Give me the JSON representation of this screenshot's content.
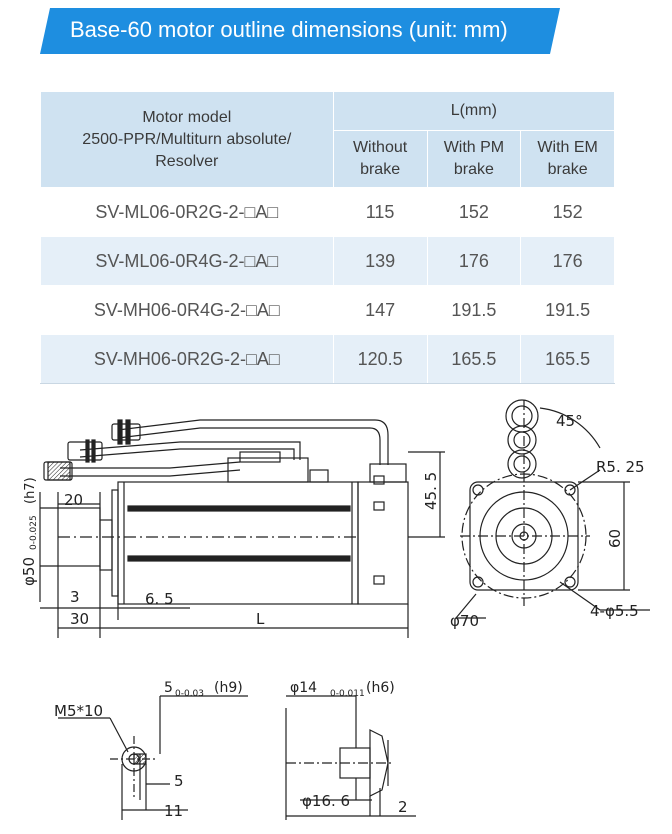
{
  "banner": {
    "title": "Base-60 motor outline dimensions (unit: mm)",
    "color": "#1e8ee0"
  },
  "table": {
    "header_model_line1": "Motor model",
    "header_model_line2": "2500-PPR/Multiturn absolute/",
    "header_model_line3": "Resolver",
    "header_l": "L(mm)",
    "col_without_1": "Without",
    "col_without_2": "brake",
    "col_pm_1": "With PM",
    "col_pm_2": "brake",
    "col_em_1": "With EM",
    "col_em_2": "brake",
    "rows": [
      {
        "model": "SV-ML06-0R2G-2-□A□",
        "without": "115",
        "pm": "152",
        "em": "152"
      },
      {
        "model": "SV-ML06-0R4G-2-□A□",
        "without": "139",
        "pm": "176",
        "em": "176"
      },
      {
        "model": "SV-MH06-0R4G-2-□A□",
        "without": "147",
        "pm": "191.5",
        "em": "191.5"
      },
      {
        "model": "SV-MH06-0R2G-2-□A□",
        "without": "120.5",
        "pm": "165.5",
        "em": "165.5"
      }
    ]
  },
  "dims": {
    "d20": "20",
    "d3": "3",
    "d30": "30",
    "d65": "6. 5",
    "dL": "L",
    "d455": "45. 5",
    "shaft_phi": "φ50",
    "shaft_tol": "0-0.025",
    "shaft_fit": "(h7)",
    "angle": "45°",
    "r525": "R5. 25",
    "d60": "60",
    "phi70": "φ70",
    "holes": "4-φ5.5",
    "key_w": "5",
    "key_tol": "0-0.03",
    "key_fit": "(h9)",
    "m5": "M5*10",
    "d5": "5",
    "d11": "11",
    "phi14": "φ14",
    "phi14_tol": "0-0.011",
    "phi14_fit": "(h6)",
    "phi166": "φ16. 6",
    "d2": "2"
  }
}
